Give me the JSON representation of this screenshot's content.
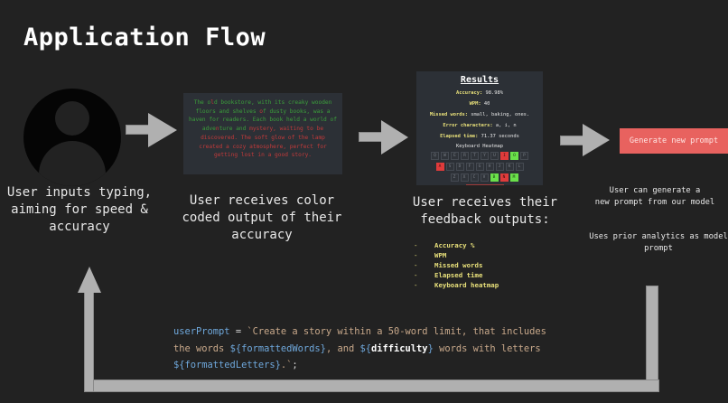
{
  "title": "Application Flow",
  "steps": [
    {
      "caption_lines": [
        "User inputs typing,",
        "aiming for speed &",
        "accuracy"
      ],
      "icon": "user-avatar-icon"
    },
    {
      "caption_lines": [
        "User receives color",
        "coded output of their",
        "accuracy"
      ]
    },
    {
      "caption_lines": [
        "User receives their",
        "feedback outputs:"
      ]
    },
    {
      "caption_lines": [
        "User can generate a",
        "new prompt from our model"
      ]
    }
  ],
  "story_output": {
    "segments": [
      {
        "text": "The o",
        "color": "green"
      },
      {
        "text": "l",
        "color": "red"
      },
      {
        "text": "d bookstore, with its creaky wooden floors and shelves ",
        "color": "green"
      },
      {
        "text": "o",
        "color": "red"
      },
      {
        "text": "f dusty books, was a haven for readers. Each book held a world of adve",
        "color": "green"
      },
      {
        "text": "n",
        "color": "red"
      },
      {
        "text": "ture and ",
        "color": "green"
      },
      {
        "text": "mystery, waiting to be discovered. The soft glow of the lamp created a cozy atmosphere, perfect for getting lost in a good story.",
        "color": "red"
      }
    ],
    "colors": {
      "green": "#3b9e3b",
      "red": "#c23a3a"
    }
  },
  "results": {
    "heading": "Results",
    "stats": [
      {
        "label": "Accuracy:",
        "value": "98.98%"
      },
      {
        "label": "WPM:",
        "value": "40"
      },
      {
        "label": "Missed words:",
        "value": "small, baking, ones."
      },
      {
        "label": "Error characters:",
        "value": "a, i, n"
      },
      {
        "label": "Elapsed time:",
        "value": "71.37 seconds"
      }
    ],
    "heatmap_label": "Keyboard Heatmap",
    "keyboard_rows": [
      [
        {
          "k": "Q"
        },
        {
          "k": "W"
        },
        {
          "k": "E"
        },
        {
          "k": "R"
        },
        {
          "k": "T"
        },
        {
          "k": "Y"
        },
        {
          "k": "U"
        },
        {
          "k": "I",
          "state": "red"
        },
        {
          "k": "O",
          "state": "green"
        },
        {
          "k": "P"
        }
      ],
      [
        {
          "k": "A",
          "state": "red"
        },
        {
          "k": "S"
        },
        {
          "k": "D"
        },
        {
          "k": "F"
        },
        {
          "k": "G"
        },
        {
          "k": "H"
        },
        {
          "k": "J"
        },
        {
          "k": "K"
        },
        {
          "k": "L"
        }
      ],
      [
        {
          "k": "Z"
        },
        {
          "k": "X"
        },
        {
          "k": "C"
        },
        {
          "k": "V"
        },
        {
          "k": "B",
          "state": "green"
        },
        {
          "k": "N",
          "state": "red"
        },
        {
          "k": "M",
          "state": "green"
        }
      ]
    ]
  },
  "feature_list": {
    "dash": "-",
    "items": [
      "Accuracy %",
      "WPM",
      "Missed words",
      "Elapsed time",
      "Keyboard heatmap"
    ]
  },
  "generate_button": {
    "label": "Generate new prompt",
    "color": "#e8625f"
  },
  "side_note_2": [
    "Uses prior analytics as model",
    "prompt"
  ],
  "code": {
    "var": "userPrompt",
    "op": " = ",
    "line1_str": "`Create a story within a 50-word limit, that includes",
    "line2_a": "the words ",
    "interp1_open": "${",
    "interp1_name": "formattedWords",
    "interp1_close": "}",
    "line2_b": ", and ",
    "interp2_open": "${",
    "interp2_name": "difficulty",
    "interp2_close": "}",
    "line2_c": " words with letters",
    "interp3_open": "${",
    "interp3_name": "formattedLetters",
    "interp3_close": "}",
    "line3_tail": ".`",
    "semicolon": ";"
  }
}
